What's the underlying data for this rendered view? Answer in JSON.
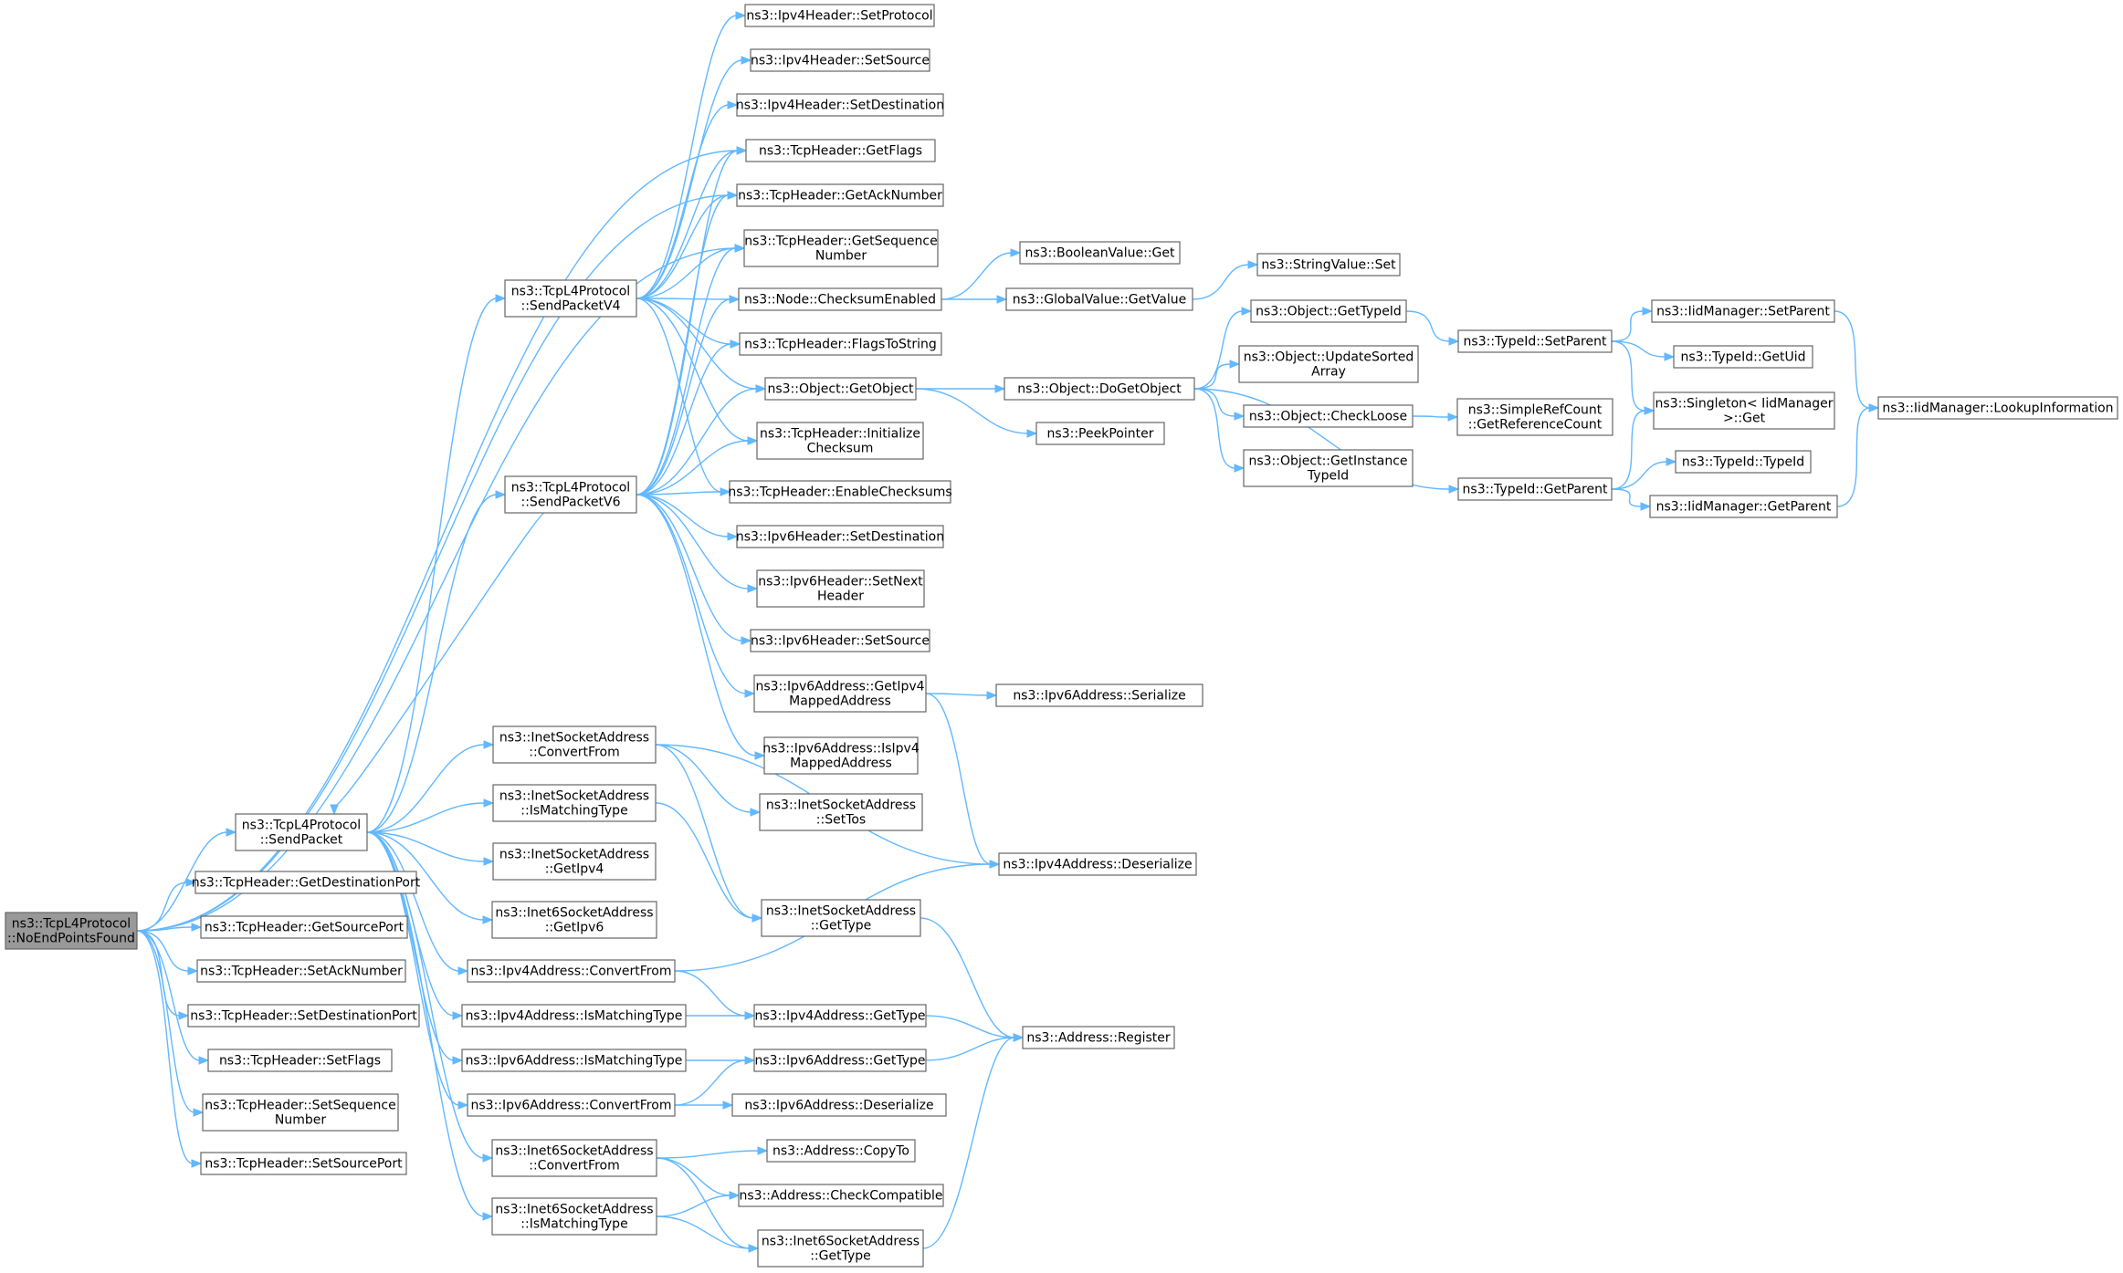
{
  "nodes": [
    {
      "id": "root",
      "lines": [
        "ns3::TcpL4Protocol",
        "::NoEndPointsFound"
      ],
      "root": true
    },
    {
      "id": "sendPacket",
      "lines": [
        "ns3::TcpL4Protocol",
        "::SendPacket"
      ]
    },
    {
      "id": "getDestPort",
      "lines": [
        "ns3::TcpHeader::GetDestinationPort"
      ]
    },
    {
      "id": "getSrcPort",
      "lines": [
        "ns3::TcpHeader::GetSourcePort"
      ]
    },
    {
      "id": "setAck",
      "lines": [
        "ns3::TcpHeader::SetAckNumber"
      ]
    },
    {
      "id": "setDestPort",
      "lines": [
        "ns3::TcpHeader::SetDestinationPort"
      ]
    },
    {
      "id": "setFlags",
      "lines": [
        "ns3::TcpHeader::SetFlags"
      ]
    },
    {
      "id": "setSeq",
      "lines": [
        "ns3::TcpHeader::SetSequence",
        "Number"
      ]
    },
    {
      "id": "setSrcPort",
      "lines": [
        "ns3::TcpHeader::SetSourcePort"
      ]
    },
    {
      "id": "sendV4",
      "lines": [
        "ns3::TcpL4Protocol",
        "::SendPacketV4"
      ]
    },
    {
      "id": "sendV6",
      "lines": [
        "ns3::TcpL4Protocol",
        "::SendPacketV6"
      ]
    },
    {
      "id": "inetConv",
      "lines": [
        "ns3::InetSocketAddress",
        "::ConvertFrom"
      ]
    },
    {
      "id": "inetMatch",
      "lines": [
        "ns3::InetSocketAddress",
        "::IsMatchingType"
      ]
    },
    {
      "id": "inetGetIpv4",
      "lines": [
        "ns3::InetSocketAddress",
        "::GetIpv4"
      ]
    },
    {
      "id": "inet6GetIpv6",
      "lines": [
        "ns3::Inet6SocketAddress",
        "::GetIpv6"
      ]
    },
    {
      "id": "ipv4Conv",
      "lines": [
        "ns3::Ipv4Address::ConvertFrom"
      ]
    },
    {
      "id": "ipv4Match",
      "lines": [
        "ns3::Ipv4Address::IsMatchingType"
      ]
    },
    {
      "id": "ipv6Match",
      "lines": [
        "ns3::Ipv6Address::IsMatchingType"
      ]
    },
    {
      "id": "ipv6Conv",
      "lines": [
        "ns3::Ipv6Address::ConvertFrom"
      ]
    },
    {
      "id": "inet6Conv",
      "lines": [
        "ns3::Inet6SocketAddress",
        "::ConvertFrom"
      ]
    },
    {
      "id": "inet6Match",
      "lines": [
        "ns3::Inet6SocketAddress",
        "::IsMatchingType"
      ]
    },
    {
      "id": "ipv4SetProto",
      "lines": [
        "ns3::Ipv4Header::SetProtocol"
      ]
    },
    {
      "id": "ipv4SetSrc",
      "lines": [
        "ns3::Ipv4Header::SetSource"
      ]
    },
    {
      "id": "ipv4SetDest",
      "lines": [
        "ns3::Ipv4Header::SetDestination"
      ]
    },
    {
      "id": "getFlags",
      "lines": [
        "ns3::TcpHeader::GetFlags"
      ]
    },
    {
      "id": "getAck",
      "lines": [
        "ns3::TcpHeader::GetAckNumber"
      ]
    },
    {
      "id": "getSeq",
      "lines": [
        "ns3::TcpHeader::GetSequence",
        "Number"
      ]
    },
    {
      "id": "checksumEnabled",
      "lines": [
        "ns3::Node::ChecksumEnabled"
      ]
    },
    {
      "id": "flagsToString",
      "lines": [
        "ns3::TcpHeader::FlagsToString"
      ]
    },
    {
      "id": "getObject",
      "lines": [
        "ns3::Object::GetObject"
      ]
    },
    {
      "id": "initChecksum",
      "lines": [
        "ns3::TcpHeader::Initialize",
        "Checksum"
      ]
    },
    {
      "id": "enableChecksums",
      "lines": [
        "ns3::TcpHeader::EnableChecksums"
      ]
    },
    {
      "id": "ipv6SetDest",
      "lines": [
        "ns3::Ipv6Header::SetDestination"
      ]
    },
    {
      "id": "ipv6SetNext",
      "lines": [
        "ns3::Ipv6Header::SetNext",
        "Header"
      ]
    },
    {
      "id": "ipv6SetSrc",
      "lines": [
        "ns3::Ipv6Header::SetSource"
      ]
    },
    {
      "id": "ipv6GetIpv4Mapped",
      "lines": [
        "ns3::Ipv6Address::GetIpv4",
        "MappedAddress"
      ]
    },
    {
      "id": "ipv6IsIpv4Mapped",
      "lines": [
        "ns3::Ipv6Address::IsIpv4",
        "MappedAddress"
      ]
    },
    {
      "id": "inetSetTos",
      "lines": [
        "ns3::InetSocketAddress",
        "::SetTos"
      ]
    },
    {
      "id": "inetGetType",
      "lines": [
        "ns3::InetSocketAddress",
        "::GetType"
      ]
    },
    {
      "id": "ipv4GetType",
      "lines": [
        "ns3::Ipv4Address::GetType"
      ]
    },
    {
      "id": "ipv6GetType",
      "lines": [
        "ns3::Ipv6Address::GetType"
      ]
    },
    {
      "id": "ipv6Deser",
      "lines": [
        "ns3::Ipv6Address::Deserialize"
      ]
    },
    {
      "id": "addrCopyTo",
      "lines": [
        "ns3::Address::CopyTo"
      ]
    },
    {
      "id": "addrCheckCompat",
      "lines": [
        "ns3::Address::CheckCompatible"
      ]
    },
    {
      "id": "inet6GetType",
      "lines": [
        "ns3::Inet6SocketAddress",
        "::GetType"
      ]
    },
    {
      "id": "boolGet",
      "lines": [
        "ns3::BooleanValue::Get"
      ]
    },
    {
      "id": "globalGet",
      "lines": [
        "ns3::GlobalValue::GetValue"
      ]
    },
    {
      "id": "doGetObject",
      "lines": [
        "ns3::Object::DoGetObject"
      ]
    },
    {
      "id": "peekPointer",
      "lines": [
        "ns3::PeekPointer"
      ]
    },
    {
      "id": "ipv6Serialize",
      "lines": [
        "ns3::Ipv6Address::Serialize"
      ]
    },
    {
      "id": "ipv4Deser",
      "lines": [
        "ns3::Ipv4Address::Deserialize"
      ]
    },
    {
      "id": "addrRegister",
      "lines": [
        "ns3::Address::Register"
      ]
    },
    {
      "id": "strSet",
      "lines": [
        "ns3::StringValue::Set"
      ]
    },
    {
      "id": "objGetTypeId",
      "lines": [
        "ns3::Object::GetTypeId"
      ]
    },
    {
      "id": "objUpdateSorted",
      "lines": [
        "ns3::Object::UpdateSorted",
        "Array"
      ]
    },
    {
      "id": "objCheckLoose",
      "lines": [
        "ns3::Object::CheckLoose"
      ]
    },
    {
      "id": "objGetInstance",
      "lines": [
        "ns3::Object::GetInstance",
        "TypeId"
      ]
    },
    {
      "id": "typeSetParent",
      "lines": [
        "ns3::TypeId::SetParent"
      ]
    },
    {
      "id": "simpleRefCount",
      "lines": [
        "ns3::SimpleRefCount",
        "::GetReferenceCount"
      ]
    },
    {
      "id": "typeGetParent",
      "lines": [
        "ns3::TypeId::GetParent"
      ]
    },
    {
      "id": "iidSetParent",
      "lines": [
        "ns3::IidManager::SetParent"
      ]
    },
    {
      "id": "typeGetUid",
      "lines": [
        "ns3::TypeId::GetUid"
      ]
    },
    {
      "id": "singletonGet",
      "lines": [
        "ns3::Singleton< IidManager",
        " >::Get"
      ]
    },
    {
      "id": "typeTypeId",
      "lines": [
        "ns3::TypeId::TypeId"
      ]
    },
    {
      "id": "iidGetParent",
      "lines": [
        "ns3::IidManager::GetParent"
      ]
    },
    {
      "id": "iidLookup",
      "lines": [
        "ns3::IidManager::LookupInformation"
      ]
    }
  ],
  "edges": [
    [
      "root",
      "sendPacket"
    ],
    [
      "root",
      "getDestPort"
    ],
    [
      "root",
      "getSrcPort"
    ],
    [
      "root",
      "setAck"
    ],
    [
      "root",
      "setDestPort"
    ],
    [
      "root",
      "setFlags"
    ],
    [
      "root",
      "setSeq"
    ],
    [
      "root",
      "setSrcPort"
    ],
    [
      "root",
      "getFlags"
    ],
    [
      "root",
      "getAck"
    ],
    [
      "root",
      "getSeq"
    ],
    [
      "sendPacket",
      "sendV4"
    ],
    [
      "sendPacket",
      "sendV6"
    ],
    [
      "sendPacket",
      "inetConv"
    ],
    [
      "sendPacket",
      "inetMatch"
    ],
    [
      "sendPacket",
      "inetGetIpv4"
    ],
    [
      "sendPacket",
      "inet6GetIpv6"
    ],
    [
      "sendPacket",
      "ipv4Conv"
    ],
    [
      "sendPacket",
      "ipv4Match"
    ],
    [
      "sendPacket",
      "ipv6Match"
    ],
    [
      "sendPacket",
      "ipv6Conv"
    ],
    [
      "sendPacket",
      "inet6Conv"
    ],
    [
      "sendPacket",
      "inet6Match"
    ],
    [
      "sendV6",
      "sendPacket"
    ],
    [
      "sendV4",
      "ipv4SetProto"
    ],
    [
      "sendV4",
      "ipv4SetSrc"
    ],
    [
      "sendV4",
      "ipv4SetDest"
    ],
    [
      "sendV4",
      "getFlags"
    ],
    [
      "sendV4",
      "getAck"
    ],
    [
      "sendV4",
      "getSeq"
    ],
    [
      "sendV4",
      "checksumEnabled"
    ],
    [
      "sendV4",
      "flagsToString"
    ],
    [
      "sendV4",
      "getObject"
    ],
    [
      "sendV4",
      "initChecksum"
    ],
    [
      "sendV4",
      "enableChecksums"
    ],
    [
      "sendV6",
      "getFlags"
    ],
    [
      "sendV6",
      "getAck"
    ],
    [
      "sendV6",
      "getSeq"
    ],
    [
      "sendV6",
      "checksumEnabled"
    ],
    [
      "sendV6",
      "flagsToString"
    ],
    [
      "sendV6",
      "getObject"
    ],
    [
      "sendV6",
      "initChecksum"
    ],
    [
      "sendV6",
      "enableChecksums"
    ],
    [
      "sendV6",
      "ipv6SetDest"
    ],
    [
      "sendV6",
      "ipv6SetNext"
    ],
    [
      "sendV6",
      "ipv6SetSrc"
    ],
    [
      "sendV6",
      "ipv6GetIpv4Mapped"
    ],
    [
      "sendV6",
      "ipv6IsIpv4Mapped"
    ],
    [
      "inetConv",
      "inetSetTos"
    ],
    [
      "inetConv",
      "inetGetType"
    ],
    [
      "inetConv",
      "ipv4Deser"
    ],
    [
      "inetMatch",
      "inetGetType"
    ],
    [
      "ipv4Conv",
      "ipv4GetType"
    ],
    [
      "ipv4Conv",
      "ipv4Deser"
    ],
    [
      "ipv4Match",
      "ipv4GetType"
    ],
    [
      "ipv6Match",
      "ipv6GetType"
    ],
    [
      "ipv6Conv",
      "ipv6GetType"
    ],
    [
      "ipv6Conv",
      "ipv6Deser"
    ],
    [
      "inet6Conv",
      "addrCopyTo"
    ],
    [
      "inet6Conv",
      "addrCheckCompat"
    ],
    [
      "inet6Conv",
      "inet6GetType"
    ],
    [
      "inet6Match",
      "addrCheckCompat"
    ],
    [
      "inet6Match",
      "inet6GetType"
    ],
    [
      "checksumEnabled",
      "boolGet"
    ],
    [
      "checksumEnabled",
      "globalGet"
    ],
    [
      "getObject",
      "doGetObject"
    ],
    [
      "getObject",
      "peekPointer"
    ],
    [
      "ipv6GetIpv4Mapped",
      "ipv6Serialize"
    ],
    [
      "ipv6GetIpv4Mapped",
      "ipv4Deser"
    ],
    [
      "inetGetType",
      "addrRegister"
    ],
    [
      "ipv4GetType",
      "addrRegister"
    ],
    [
      "ipv6GetType",
      "addrRegister"
    ],
    [
      "inet6GetType",
      "addrRegister"
    ],
    [
      "globalGet",
      "strSet"
    ],
    [
      "doGetObject",
      "objGetTypeId"
    ],
    [
      "doGetObject",
      "objUpdateSorted"
    ],
    [
      "doGetObject",
      "objCheckLoose"
    ],
    [
      "doGetObject",
      "objGetInstance"
    ],
    [
      "doGetObject",
      "typeGetParent"
    ],
    [
      "objGetTypeId",
      "typeSetParent"
    ],
    [
      "objCheckLoose",
      "simpleRefCount"
    ],
    [
      "typeSetParent",
      "iidSetParent"
    ],
    [
      "typeSetParent",
      "typeGetUid"
    ],
    [
      "typeSetParent",
      "singletonGet"
    ],
    [
      "typeGetParent",
      "singletonGet"
    ],
    [
      "typeGetParent",
      "typeTypeId"
    ],
    [
      "typeGetParent",
      "iidGetParent"
    ],
    [
      "iidSetParent",
      "iidLookup"
    ],
    [
      "iidGetParent",
      "iidLookup"
    ]
  ]
}
